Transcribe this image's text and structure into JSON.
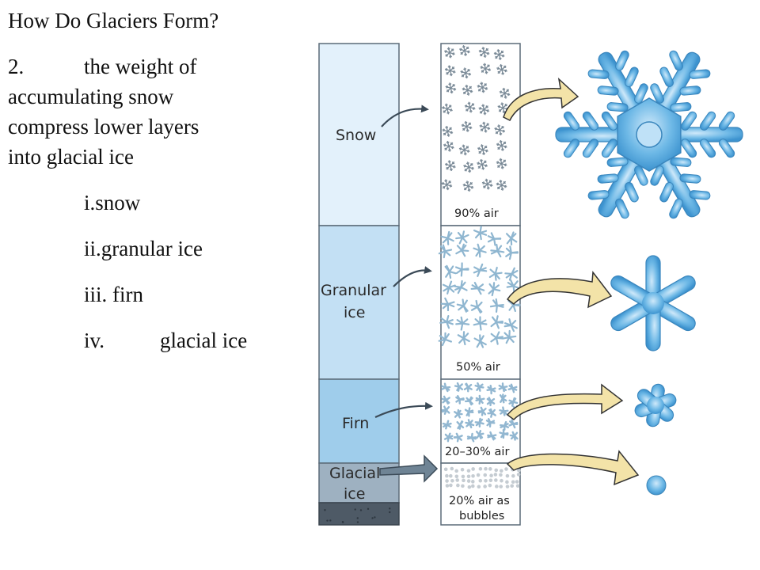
{
  "title": "How Do Glaciers Form?",
  "point": {
    "number": "2.",
    "text_lines": [
      "the weight of",
      "accumulating snow",
      "compress lower layers",
      "into glacial ice"
    ]
  },
  "stages": [
    {
      "numeral": "i.",
      "label": "snow"
    },
    {
      "numeral": "ii.",
      "label": "granular ice"
    },
    {
      "numeral": "iii.",
      "label": "firn"
    },
    {
      "numeral": "iv.",
      "label": "glacial ice"
    }
  ],
  "diagram": {
    "layers": [
      {
        "label_lines": [
          "Snow"
        ],
        "air": [
          "90% air"
        ],
        "color": "#e3f1fb"
      },
      {
        "label_lines": [
          "Granular",
          "ice"
        ],
        "air": [
          "50% air"
        ],
        "color": "#c3e0f4"
      },
      {
        "label_lines": [
          "Firn"
        ],
        "air": [
          "20–30% air"
        ],
        "color": "#9fcdeb"
      },
      {
        "label_lines": [
          "Glacial",
          "ice"
        ],
        "air": [
          "20% air as",
          "bubbles"
        ],
        "color": "#9eb1c1"
      }
    ],
    "bedrock_color": "#4e5a66",
    "arrow_color_left": "#3b4a57",
    "arrow_color_right": "#f3e3a8",
    "crystal_color": "#5aaedf"
  }
}
